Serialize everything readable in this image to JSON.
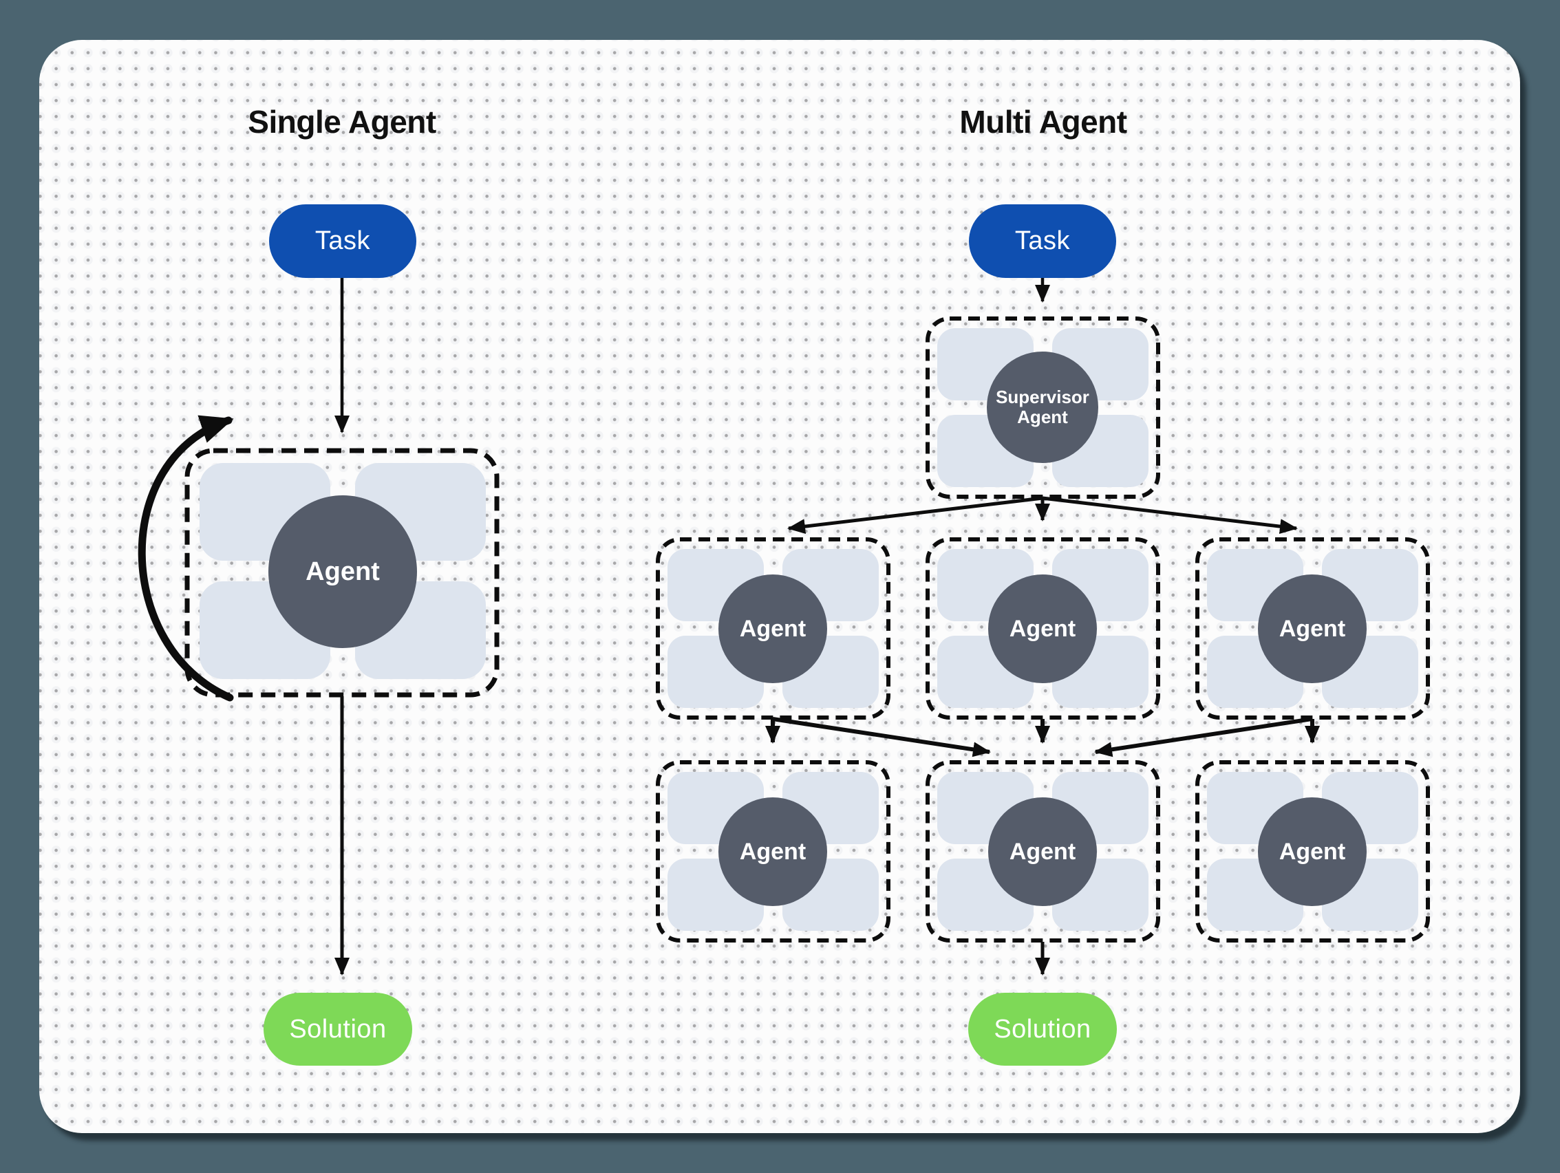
{
  "single": {
    "title": "Single Agent",
    "task_label": "Task",
    "agent_label": "Agent",
    "solution_label": "Solution"
  },
  "multi": {
    "title": "Multi Agent",
    "task_label": "Task",
    "supervisor_line1": "Supervisor",
    "supervisor_line2": "Agent",
    "row1": [
      "Agent",
      "Agent",
      "Agent"
    ],
    "row2": [
      "Agent",
      "Agent",
      "Agent"
    ],
    "solution_label": "Solution"
  },
  "colors": {
    "page_background": "#4b6470",
    "card_background": "#fcfcfc",
    "dot_grid": "#a6a6a8",
    "module_tile": "#dde4ee",
    "agent_node": "#555c6a",
    "task_pill": "#0f4fb0",
    "solution_pill": "#7ed957",
    "line": "#0d0d0d"
  }
}
